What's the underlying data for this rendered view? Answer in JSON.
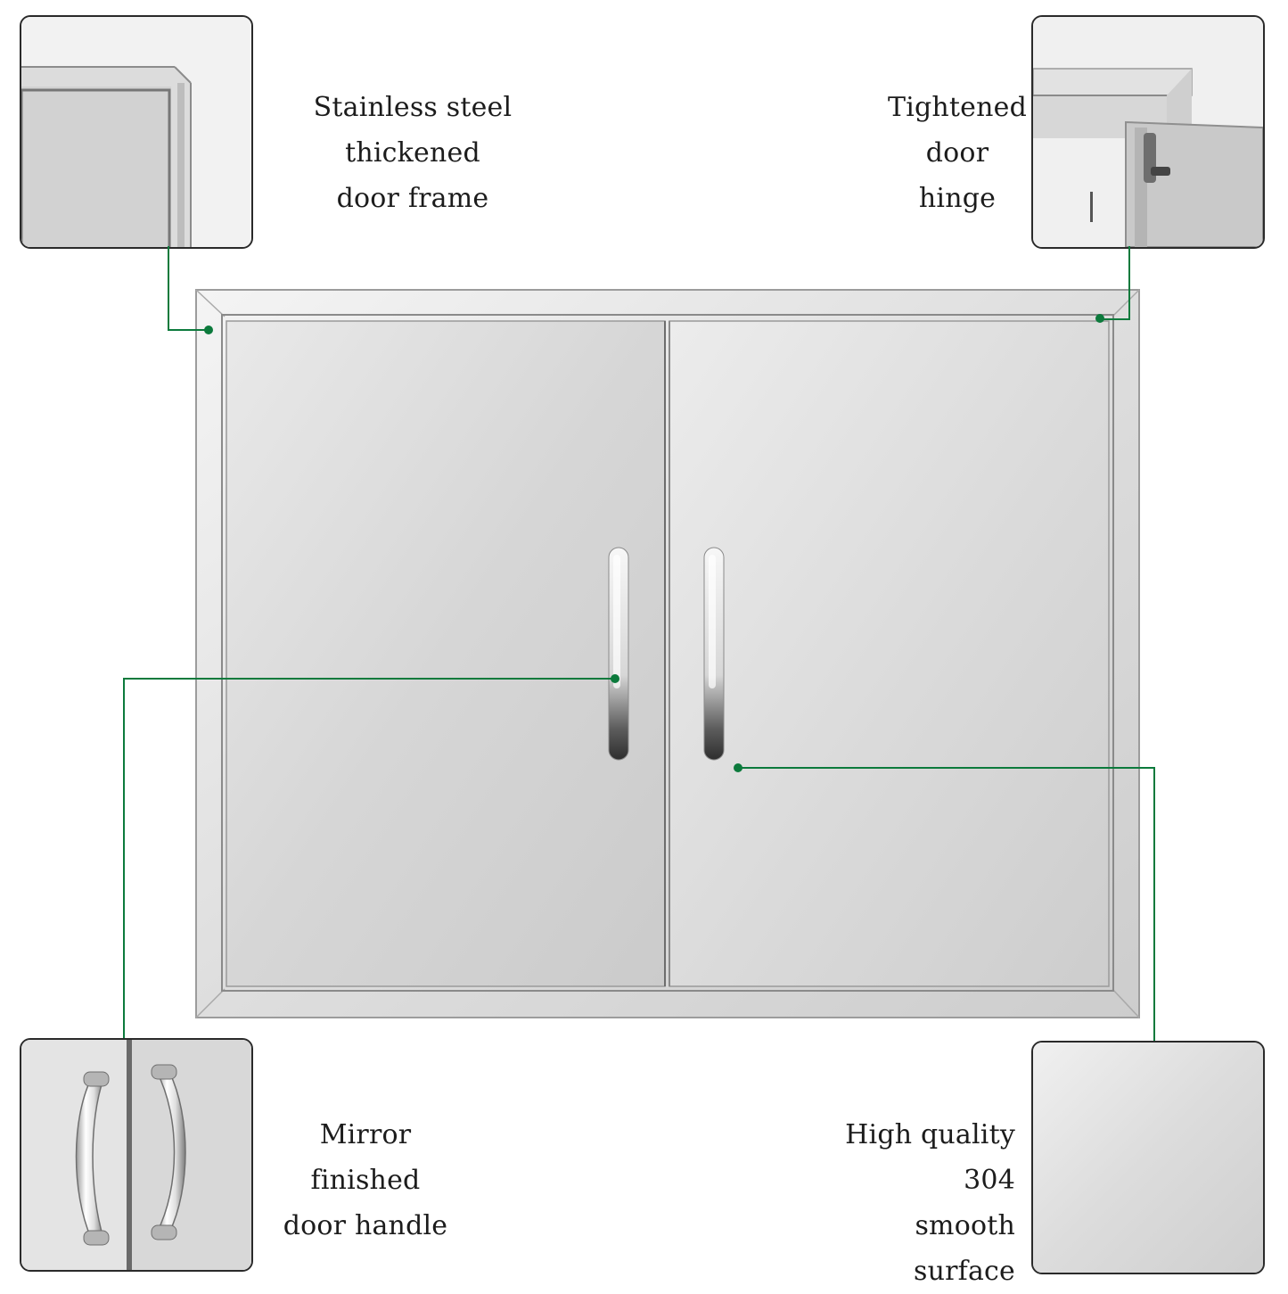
{
  "colors": {
    "callout_line": "#0c7a3c",
    "frame_border": "#2a2a2a",
    "steel_light": "#f2f2f2",
    "steel_dark": "#c8c8c8"
  },
  "features": {
    "frame": {
      "line1": "Stainless steel thickened",
      "line2": "door frame"
    },
    "hinge": {
      "line1": "Tightened",
      "line2": "door hinge"
    },
    "handle": {
      "line1": "Mirror finished",
      "line2": "door handle"
    },
    "surface": {
      "line1": "High quality 304",
      "line2": "smooth surface"
    }
  },
  "icons": [
    "door-frame-corner-detail",
    "door-hinge-detail",
    "door-handles-detail",
    "steel-surface-texture"
  ]
}
